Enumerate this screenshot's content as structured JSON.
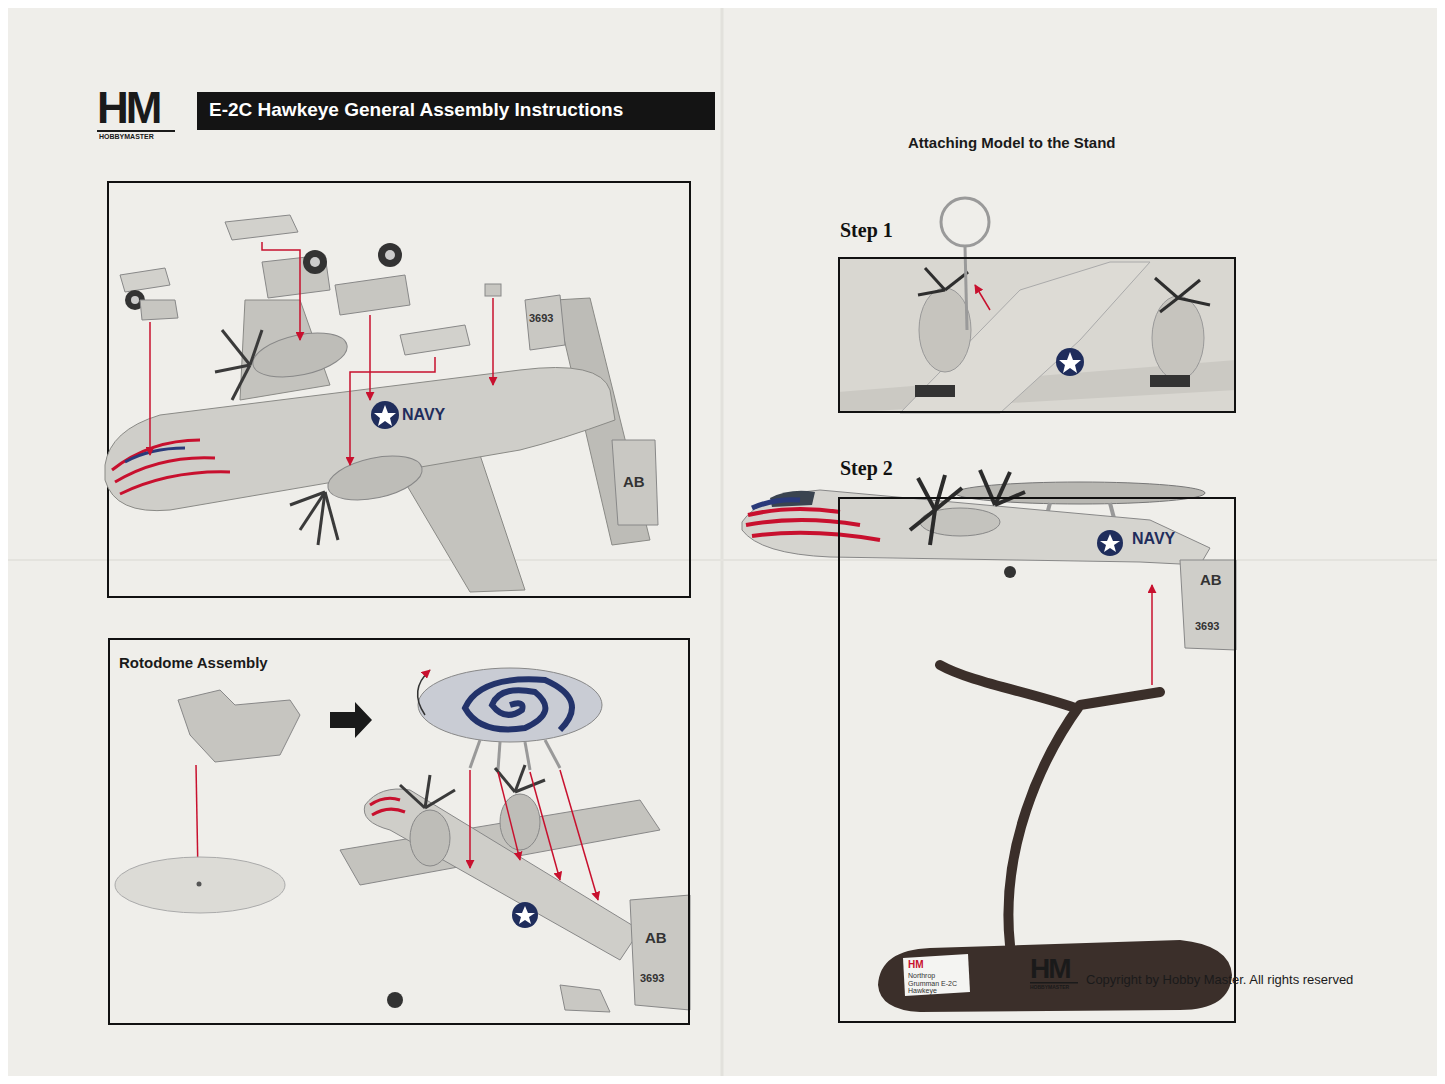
{
  "diagram": {
    "title": "E-2C Hawkeye General Assembly Instructions",
    "nodes": [
      {
        "text": [
          "E-2C Hawkeye General Assembly Instructions"
        ]
      },
      {
        "text": [
          "Rotodome Assembly"
        ]
      },
      {
        "text": [
          "Step 1"
        ]
      },
      {
        "text": [
          "Step 2"
        ]
      }
    ],
    "labels": [
      "HM",
      "HOBBYMASTER",
      "Attaching Model to the Stand",
      "NAVY",
      "3693",
      "AB",
      "AB",
      "3693",
      "NAVY",
      "AB",
      "3693",
      "HM",
      "Northrop Grumman E-2C Hawkeye",
      "HM",
      "HOBBYMASTER",
      "Copyright by Hobby Master. All rights reserved"
    ]
  }
}
